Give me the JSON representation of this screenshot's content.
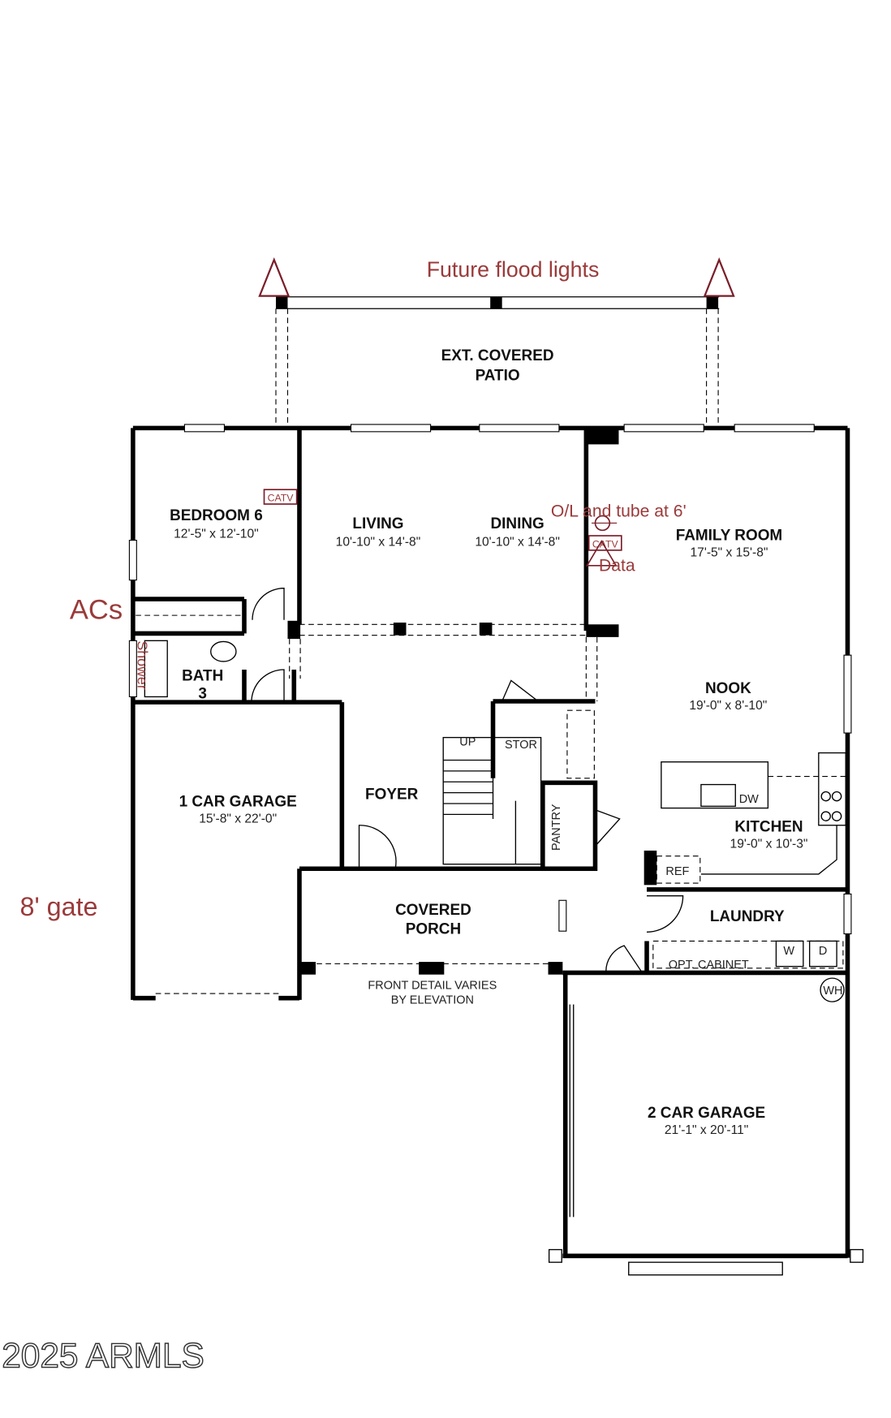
{
  "rooms": {
    "patio": {
      "line1": "EXT. COVERED",
      "line2": "PATIO"
    },
    "bedroom": {
      "name": "BEDROOM 6",
      "dims": "12'-5\" x 12'-10\""
    },
    "living": {
      "name": "LIVING",
      "dims": "10'-10\" x 14'-8\""
    },
    "dining": {
      "name": "DINING",
      "dims": "10'-10\" x 14'-8\""
    },
    "family": {
      "name": "FAMILY ROOM",
      "dims": "17'-5\" x 15'-8\""
    },
    "nook": {
      "name": "NOOK",
      "dims": "19'-0\" x 8'-10\""
    },
    "bath": {
      "line1": "BATH",
      "line2": "3"
    },
    "stor": "STOR",
    "up": "UP",
    "foyer": "FOYER",
    "pantry": "PANTRY",
    "garage1": {
      "name": "1 CAR GARAGE",
      "dims": "15'-8\" x 22'-0\""
    },
    "kitchen": {
      "name": "KITCHEN",
      "dims": "19'-0\" x 10'-3\""
    },
    "porch": {
      "line1": "COVERED",
      "line2": "PORCH"
    },
    "laundry": "LAUNDRY",
    "ref": "REF",
    "dw": "DW",
    "w": "W",
    "d": "D",
    "wh": "WH",
    "opt_cabinet": "OPT. CABINET",
    "front_note": {
      "line1": "FRONT DETAIL VARIES",
      "line2": "BY ELEVATION"
    },
    "garage2": {
      "name": "2 CAR GARAGE",
      "dims": "21'-1\" x 20'-11\""
    }
  },
  "annotations": {
    "flood": "Future flood lights",
    "acs": "ACs",
    "shower": "Shower",
    "gate": "8' gate",
    "ol_tube": "O/L and tube at 6'",
    "data": "Data",
    "catv": "CATV"
  },
  "copyright": "2025 ARMLS",
  "colors": {
    "annotation": "#9b3a3a",
    "wall": "#000000"
  }
}
